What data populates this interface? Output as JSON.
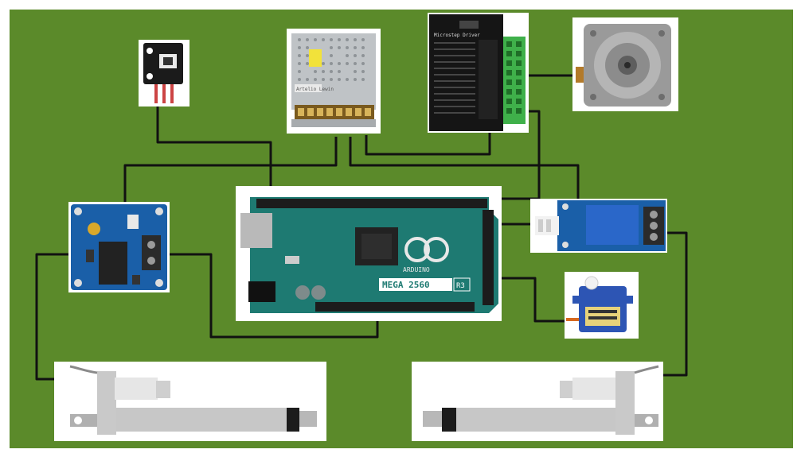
{
  "diagram": {
    "board_label_model": "MEGA 2560",
    "board_label_rev": "R3",
    "board_logo_text": "ARDUINO",
    "driver_title": "Microstep Driver",
    "psu_model_text": "Artelio Lewin",
    "colors": {
      "background": "#5b8a2a",
      "wire": "#111111",
      "pcb_green": "#1e7a72",
      "pcb_blue": "#1a5fa8",
      "terminal_green": "#3fb04a",
      "servo_blue": "#2d55b4"
    }
  },
  "components": [
    {
      "id": "sensor-module",
      "icon": "sensor-module-icon"
    },
    {
      "id": "power-supply",
      "icon": "power-supply-icon"
    },
    {
      "id": "stepper-driver",
      "icon": "stepper-driver-icon"
    },
    {
      "id": "stepper-motor",
      "icon": "stepper-motor-icon"
    },
    {
      "id": "motor-driver-board",
      "icon": "motor-driver-icon"
    },
    {
      "id": "arduino-mega",
      "icon": "arduino-board-icon"
    },
    {
      "id": "relay-module",
      "icon": "relay-module-icon"
    },
    {
      "id": "servo-motor",
      "icon": "servo-motor-icon"
    },
    {
      "id": "linear-actuator-left",
      "icon": "linear-actuator-icon"
    },
    {
      "id": "linear-actuator-right",
      "icon": "linear-actuator-icon"
    }
  ]
}
